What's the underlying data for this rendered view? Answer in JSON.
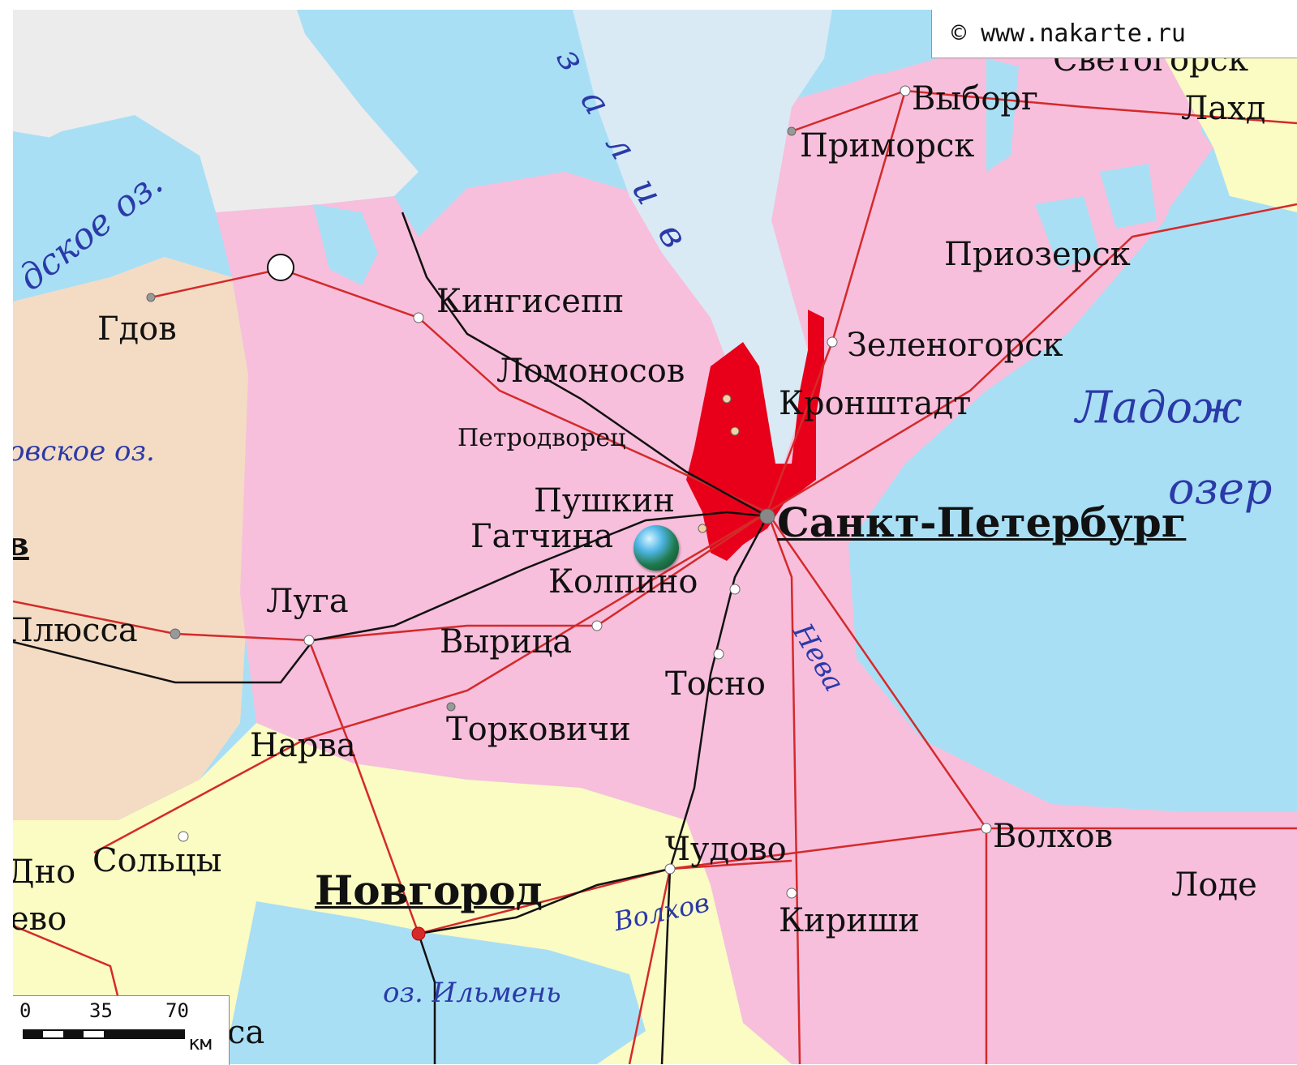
{
  "copyright": "© www.nakarte.ru",
  "colors": {
    "sea": "#a9dff5",
    "leningrad_oblast": "#f7bfdc",
    "novgorod_oblast": "#fbfbc4",
    "pskov_oblast": "#f4dcc4",
    "foreign": "#ececec",
    "city_area": "#e8001a",
    "roads": "#d42a2a",
    "railways": "#111111"
  },
  "labels": {
    "vyborg": "Выборг",
    "primorsk": "Приморск",
    "svetogorsk": "Светогорск",
    "lakhdenpokhya": "Лахд",
    "priozersk": "Приозерск",
    "zelenogorsk": "Зеленогорск",
    "kronshtadt": "Кронштадт",
    "kingisepp": "Кингисепп",
    "lomonosov": "Ломоносов",
    "petrodvorets": "Петродворец",
    "pushkin": "Пушкин",
    "gatchina": "Гатчина",
    "kolpino": "Колпино",
    "saint_petersburg": "Санкт-Петербург",
    "gdov": "Гдов",
    "luga": "Луга",
    "plyussa": "Плюсса",
    "vyritsa": "Вырица",
    "tosno": "Тосно",
    "torkovichi": "Торковичи",
    "narva": "Нарва",
    "chudovo": "Чудово",
    "volkhov": "Волхов",
    "soltsy": "Сольцы",
    "dno": "Дно",
    "novgorod": "Новгород",
    "kirishi": "Кириши",
    "lodeynoe": "Лоде",
    "evo": "ево",
    "ca": "са",
    "pskov_fragment": "в"
  },
  "water_labels": {
    "gulf": "залив",
    "chudskoe": "дское оз.",
    "pskovskoe": "овское оз.",
    "ladoga_1": "Ладож",
    "ladoga_2": "озер",
    "neva": "Нева",
    "volkhov_river": "Волхов",
    "ilmen": "оз. Ильмень"
  },
  "scale": {
    "ticks": [
      "0",
      "35",
      "70"
    ],
    "unit": "км"
  }
}
